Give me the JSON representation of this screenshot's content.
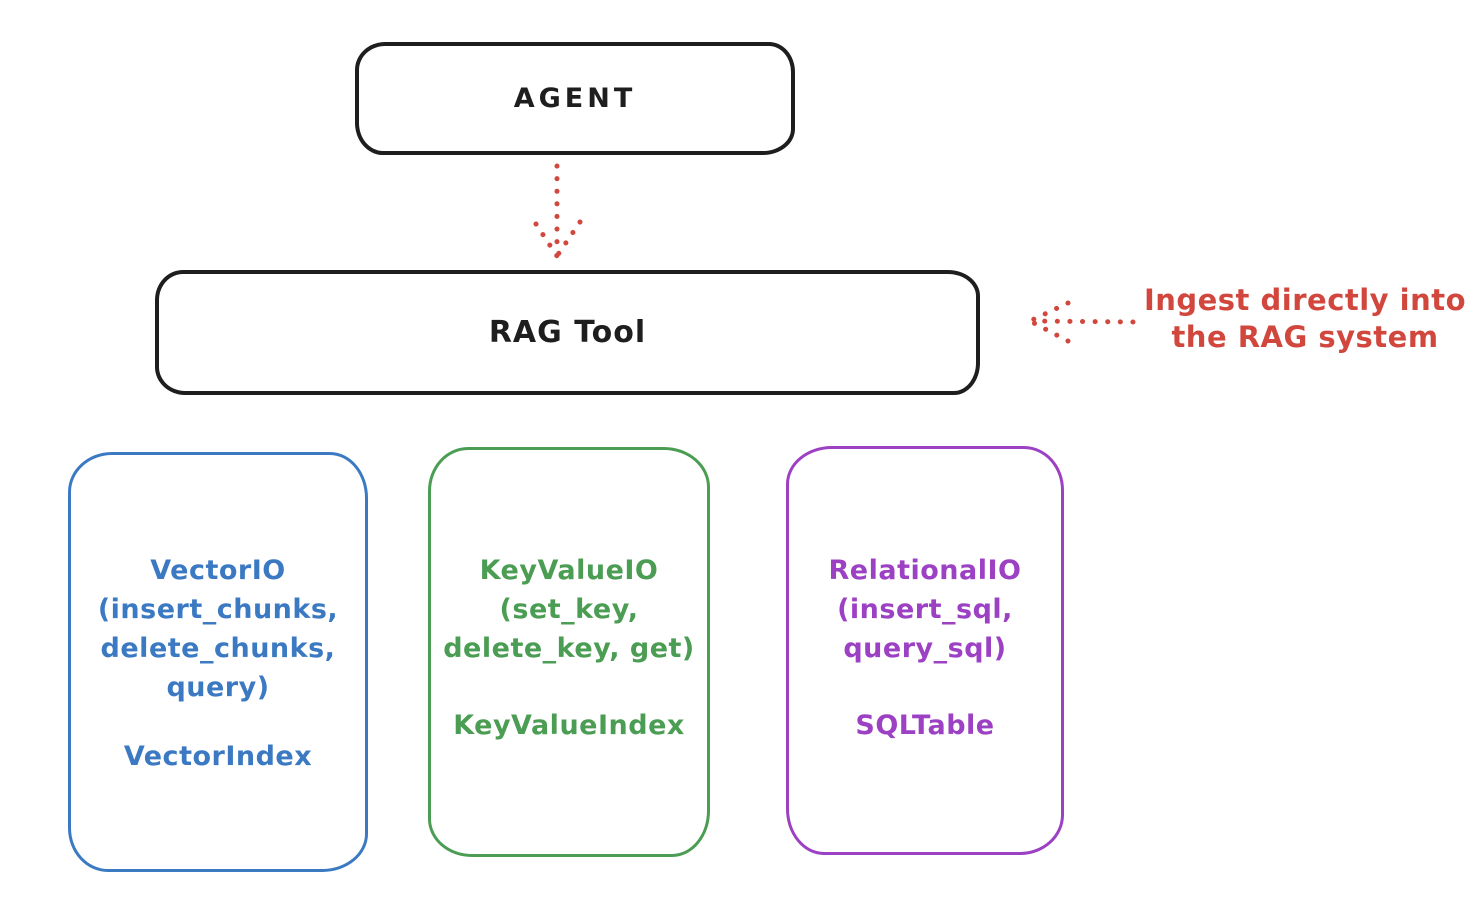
{
  "colors": {
    "background": "#ffffff",
    "ink": "#1e1e1e",
    "accent_red": "#d2473d",
    "vector_blue": "#3b7ac2",
    "keyvalue_green": "#4a9d52",
    "relational_purple": "#9c40c4"
  },
  "nodes": {
    "agent": {
      "label": "AGENT"
    },
    "rag_tool": {
      "label": "RAG Tool"
    },
    "vector_io": {
      "lines": [
        "VectorIO",
        "(insert_chunks,",
        "delete_chunks,",
        "query)"
      ],
      "secondary": "VectorIndex"
    },
    "key_value_io": {
      "lines": [
        "KeyValueIO",
        "(set_key,",
        "delete_key, get)"
      ],
      "secondary": "KeyValueIndex"
    },
    "relational_io": {
      "lines": [
        "RelationalIO",
        "(insert_sql,",
        "query_sql)"
      ],
      "secondary": "SQLTable"
    }
  },
  "annotation": {
    "lines": [
      "Ingest directly into",
      "the RAG system"
    ]
  },
  "arrows": {
    "agent_to_rag": {
      "style": "dotted",
      "direction": "down"
    },
    "ingest_to_rag": {
      "style": "dotted",
      "direction": "left"
    }
  }
}
